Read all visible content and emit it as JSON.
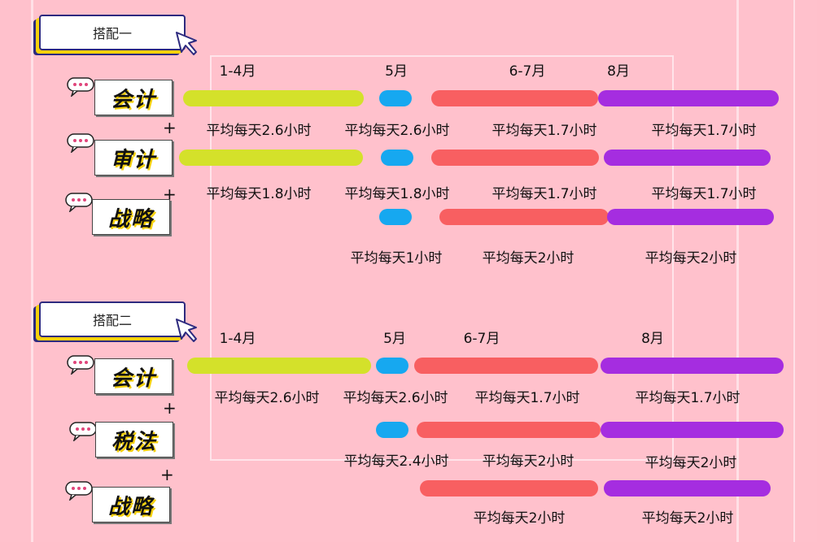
{
  "colors": {
    "background": "#ffc1cc",
    "phase_1_4": "#d4e12a",
    "phase_5": "#16a8f0",
    "phase_6_7": "#f85f61",
    "phase_8": "#a52de0",
    "tag_border": "#2d2a7f",
    "tag_shadow": "#f6d10c"
  },
  "plus_sign": "+",
  "groups": [
    {
      "tag": "搭配一",
      "months": [
        "1-4月",
        "5月",
        "6-7月",
        "8月"
      ],
      "subjects": [
        {
          "name": "会计",
          "phases": [
            {
              "phase": "1-4月",
              "label": "平均每天2.6小时"
            },
            {
              "phase": "5月",
              "label": "平均每天2.6小时"
            },
            {
              "phase": "6-7月",
              "label": "平均每天1.7小时"
            },
            {
              "phase": "8月",
              "label": "平均每天1.7小时"
            }
          ]
        },
        {
          "name": "审计",
          "phases": [
            {
              "phase": "1-4月",
              "label": "平均每天1.8小时"
            },
            {
              "phase": "5月",
              "label": "平均每天1.8小时"
            },
            {
              "phase": "6-7月",
              "label": "平均每天1.7小时"
            },
            {
              "phase": "8月",
              "label": "平均每天1.7小时"
            }
          ]
        },
        {
          "name": "战略",
          "phases": [
            {
              "phase": "5月",
              "label": "平均每天1小时"
            },
            {
              "phase": "6-7月",
              "label": "平均每天2小时"
            },
            {
              "phase": "8月",
              "label": "平均每天2小时"
            }
          ]
        }
      ]
    },
    {
      "tag": "搭配二",
      "months": [
        "1-4月",
        "5月",
        "6-7月",
        "8月"
      ],
      "subjects": [
        {
          "name": "会计",
          "phases": [
            {
              "phase": "1-4月",
              "label": "平均每天2.6小时"
            },
            {
              "phase": "5月",
              "label": "平均每天2.6小时"
            },
            {
              "phase": "6-7月",
              "label": "平均每天1.7小时"
            },
            {
              "phase": "8月",
              "label": "平均每天1.7小时"
            }
          ]
        },
        {
          "name": "税法",
          "phases": [
            {
              "phase": "5月",
              "label": "平均每天2.4小时"
            },
            {
              "phase": "6-7月",
              "label": "平均每天2小时"
            },
            {
              "phase": "8月",
              "label": "平均每天2小时"
            }
          ]
        },
        {
          "name": "战略",
          "phases": [
            {
              "phase": "6-7月",
              "label": "平均每天2小时"
            },
            {
              "phase": "8月",
              "label": "平均每天2小时"
            }
          ]
        }
      ]
    }
  ]
}
